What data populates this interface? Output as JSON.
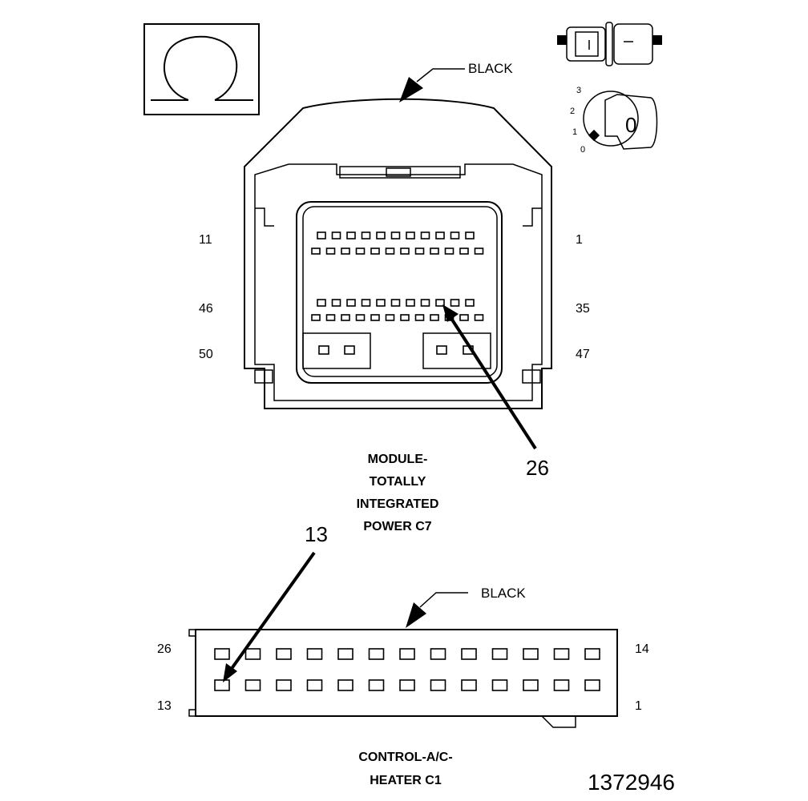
{
  "figure_number": "1372946",
  "connector_c7": {
    "title_lines": [
      "MODULE-",
      "TOTALLY",
      "INTEGRATED",
      "POWER C7"
    ],
    "color": "BLACK",
    "pin_labels": {
      "top_left": "11",
      "top_right": "1",
      "mid_left": "46",
      "mid_right": "35",
      "bottom_left": "50",
      "bottom_right": "47"
    },
    "callout": "26"
  },
  "connector_c1": {
    "title_lines": [
      "CONTROL-A/C-",
      "HEATER C1"
    ],
    "color": "BLACK",
    "pin_labels": {
      "top_left": "26",
      "top_right": "14",
      "bottom_left": "13",
      "bottom_right": "1"
    },
    "callout": "13"
  },
  "icons": {
    "omega": "omega-symbol-icon",
    "connector": "connector-pair-icon",
    "ignition": "ignition-switch-icon"
  },
  "ignition_positions": [
    "3",
    "2",
    "1",
    "0"
  ],
  "ignition_key_label": "0"
}
